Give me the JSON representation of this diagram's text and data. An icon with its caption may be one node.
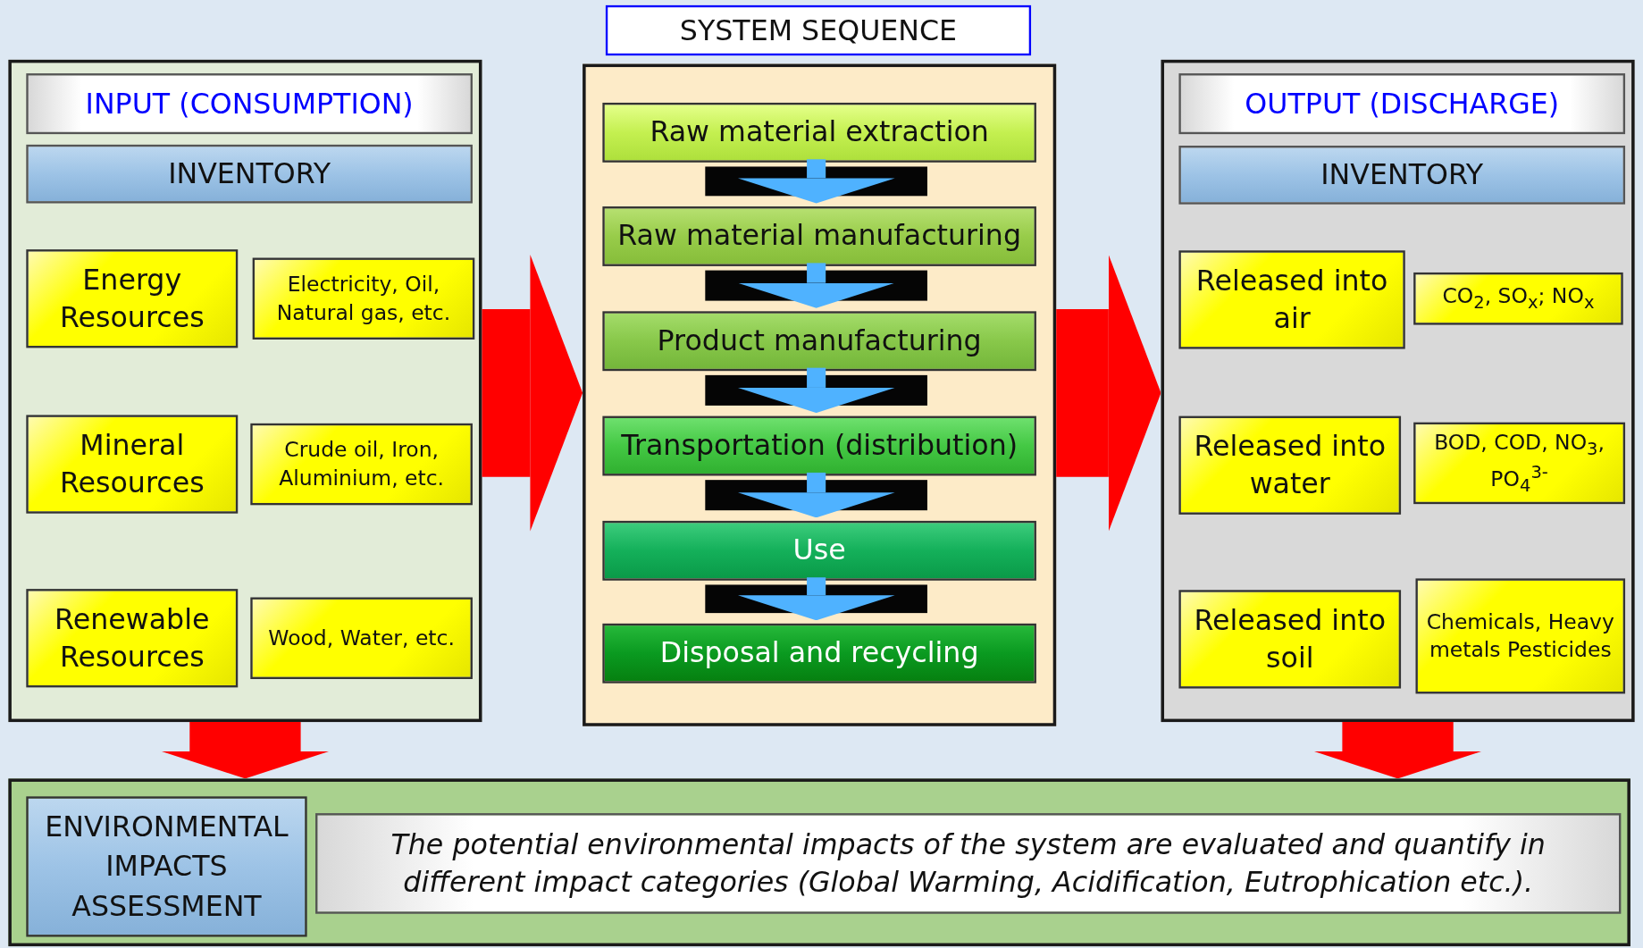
{
  "diagram": {
    "nodes": [
      {
        "text": [],
        "shape": "box"
      },
      {
        "text": [
          "INPUT (CONSUMPTION)"
        ],
        "in": 0
      },
      {
        "text": [
          "INVENTORY"
        ],
        "in": 0
      },
      {
        "text": [
          "Energy Resources"
        ],
        "in": 0
      },
      {
        "text": [
          "Electricity, Oil, Natural gas, etc."
        ],
        "in": 0
      },
      {
        "text": [
          "Mineral Resources"
        ],
        "in": 0
      },
      {
        "text": [
          "Crude oil, Iron, Aluminium, etc."
        ],
        "in": 0
      },
      {
        "text": [
          "Renewable Resources"
        ],
        "in": 0
      },
      {
        "text": [
          "Wood, Water, etc."
        ],
        "in": 0
      },
      {
        "text": [
          "SYSTEM SEQUENCE"
        ]
      },
      {
        "text": [],
        "shape": "box"
      },
      {
        "text": [
          "Raw material extraction"
        ],
        "in": 10
      },
      {
        "text": [
          "Raw material manufacturing"
        ],
        "in": 10
      },
      {
        "text": [
          "Product manufacturing"
        ],
        "in": 10
      },
      {
        "text": [
          "Transportation (distribution)"
        ],
        "in": 10
      },
      {
        "text": [
          "Use"
        ],
        "in": 10
      },
      {
        "text": [
          "Disposal and recycling"
        ],
        "in": 10
      },
      {
        "text": [],
        "shape": "box"
      },
      {
        "text": [
          "OUTPUT (DISCHARGE)"
        ],
        "in": 17
      },
      {
        "text": [
          "INVENTORY"
        ],
        "in": 17
      },
      {
        "text": [
          "Released into air"
        ],
        "in": 17
      },
      {
        "text": [
          "CO$_{2}$, SO$_{x}$; NO$_{x}$"
        ],
        "in": 17
      },
      {
        "text": [
          "Released into water"
        ],
        "in": 17
      },
      {
        "text": [
          "BOD, COD, NO$_{3}$, PO$_{4}$$^{3-}$"
        ],
        "in": 17
      },
      {
        "text": [
          "Released into soil"
        ],
        "in": 17
      },
      {
        "text": [
          "Chemicals, Heavy metals Pesticides"
        ],
        "in": 17
      },
      {
        "text": [],
        "shape": "box"
      },
      {
        "text": [
          "ENVIRONMENTAL IMPACTS ASSESSMENT"
        ],
        "in": 26
      },
      {
        "text": [
          "The potential environmental impacts of the system are evaluated and quantify in different impact categories (Global Warming, Acidification, Eutrophication etc.)."
        ],
        "in": 26
      }
    ],
    "edges": [
      {
        "from": 11,
        "to": 12,
        "arrow": "to"
      },
      {
        "from": 12,
        "to": 13,
        "arrow": "to"
      },
      {
        "from": 13,
        "to": 14,
        "arrow": "to"
      },
      {
        "from": 14,
        "to": 15,
        "arrow": "to"
      },
      {
        "from": 15,
        "to": 16,
        "arrow": "to"
      },
      {
        "from": 0,
        "to": 10,
        "arrow": "to",
        "style": "thick",
        "color": "#ff0000"
      },
      {
        "from": 10,
        "to": 17,
        "arrow": "to",
        "style": "thick",
        "color": "#ff0000"
      },
      {
        "from": 0,
        "to": 26,
        "arrow": "to",
        "style": "thick",
        "color": "#ff0000"
      },
      {
        "from": 17,
        "to": 26,
        "arrow": "to",
        "style": "thick",
        "color": "#ff0000"
      }
    ]
  }
}
